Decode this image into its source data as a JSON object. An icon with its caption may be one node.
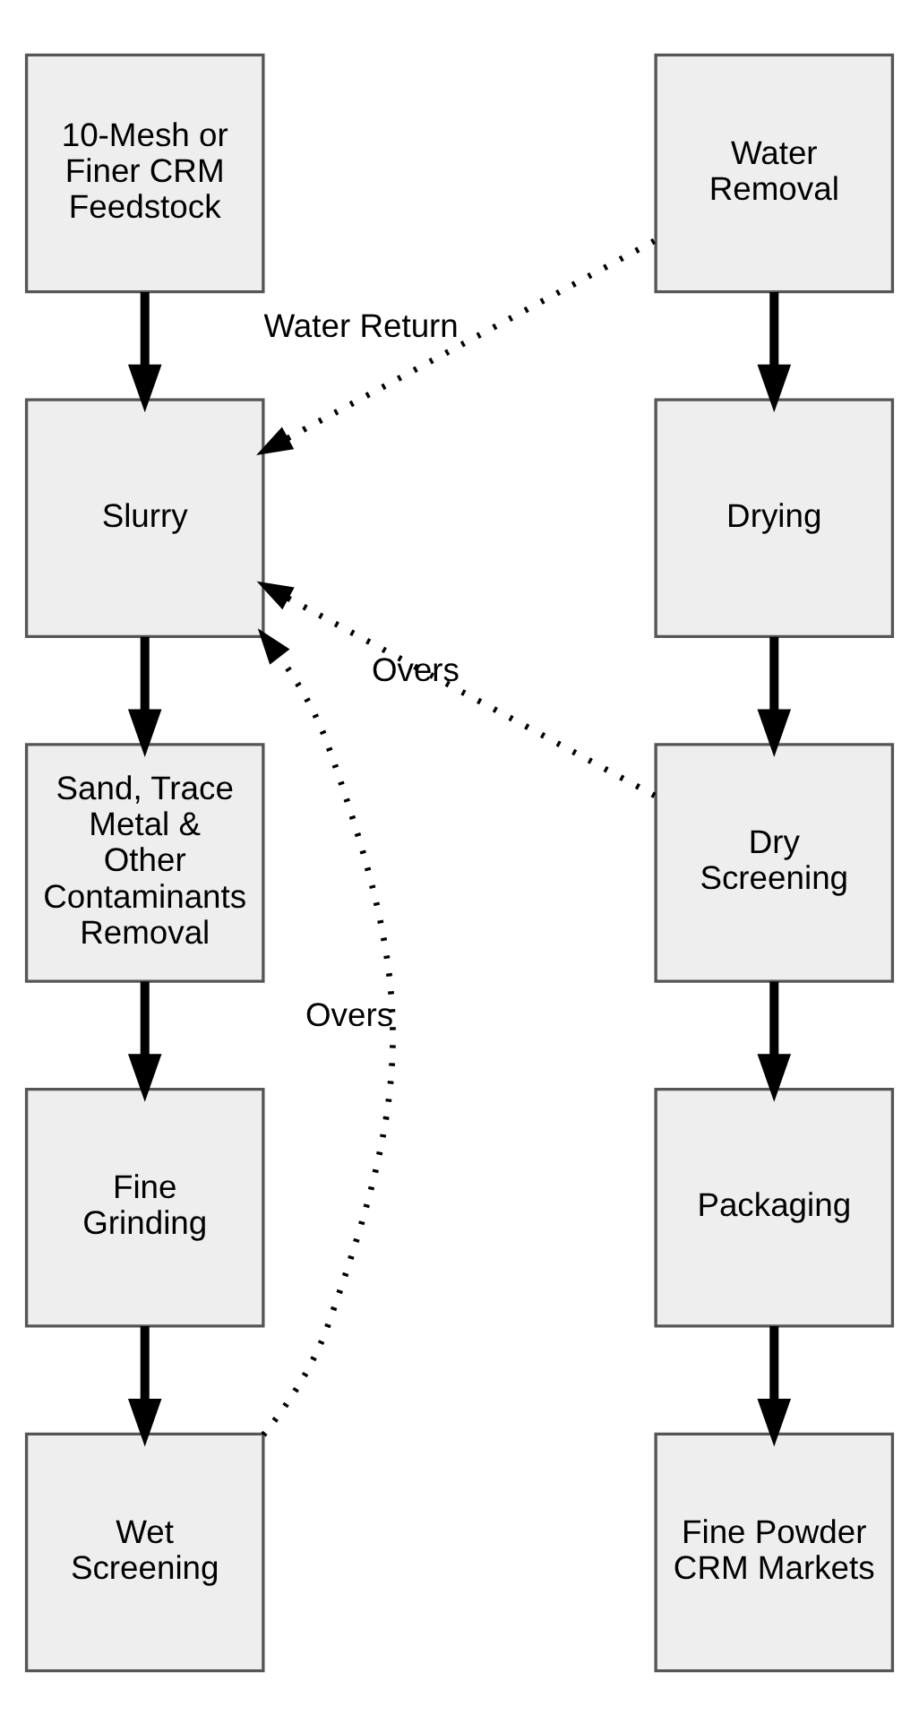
{
  "diagram": {
    "nodes": [
      {
        "text": [
          "10-Mesh or Finer CRM Feedstock"
        ]
      },
      {
        "text": [
          "Slurry"
        ]
      },
      {
        "text": [
          "Sand, Trace Metal & Other Contaminants Removal"
        ]
      },
      {
        "text": [
          "Fine Grinding"
        ]
      },
      {
        "text": [
          "Wet Screening"
        ]
      },
      {
        "text": [
          "Water Removal"
        ]
      },
      {
        "text": [
          "Drying"
        ]
      },
      {
        "text": [
          "Dry Screening"
        ]
      },
      {
        "text": [
          "Packaging"
        ]
      },
      {
        "text": [
          "Fine Powder CRM Markets"
        ]
      }
    ],
    "edges": [
      {
        "from": 0,
        "to": 1,
        "arrow": "to"
      },
      {
        "from": 1,
        "to": 2,
        "arrow": "to"
      },
      {
        "from": 2,
        "to": 3,
        "arrow": "to"
      },
      {
        "from": 3,
        "to": 4,
        "arrow": "to"
      },
      {
        "from": 4,
        "to": 1,
        "arrow": "to",
        "style": "dashed",
        "label": "Overs"
      },
      {
        "from": 5,
        "to": 1,
        "arrow": "to",
        "style": "dashed",
        "label": "Water Return"
      },
      {
        "from": 5,
        "to": 6,
        "arrow": "to"
      },
      {
        "from": 6,
        "to": 7,
        "arrow": "to"
      },
      {
        "from": 7,
        "to": 1,
        "arrow": "to",
        "style": "dashed",
        "label": "Overs"
      },
      {
        "from": 7,
        "to": 8,
        "arrow": "to"
      },
      {
        "from": 8,
        "to": 9,
        "arrow": "to"
      }
    ]
  }
}
